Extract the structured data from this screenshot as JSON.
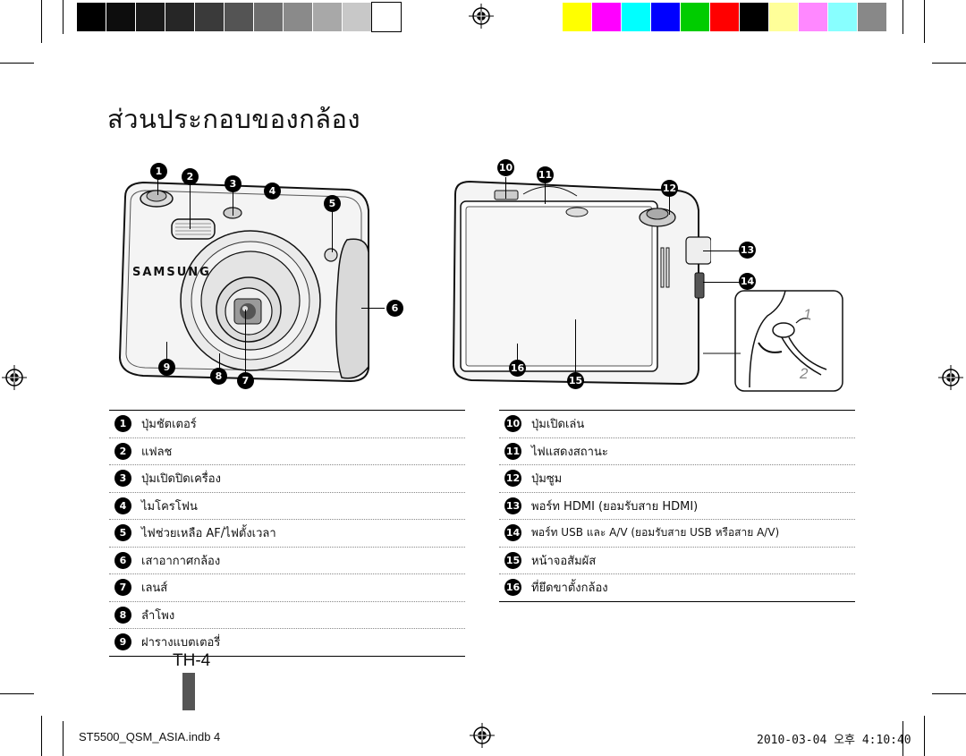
{
  "title": "ส่วนประกอบของกล้อง",
  "colors": {
    "grays": [
      "#000000",
      "#0d0d0d",
      "#1a1a1a",
      "#262626",
      "#3a3a3a",
      "#545454",
      "#6e6e6e",
      "#8a8a8a",
      "#a8a8a8",
      "#c8c8c8",
      "#ffffff"
    ],
    "process": [
      "#ffff00",
      "#ff00ff",
      "#00ffff",
      "#0000ff",
      "#00cc00",
      "#ff0000",
      "#000000",
      "#ffff99",
      "#ff88ff",
      "#88ffff",
      "#888888"
    ]
  },
  "callouts": [
    "1",
    "2",
    "3",
    "4",
    "5",
    "6",
    "7",
    "8",
    "9",
    "10",
    "11",
    "12",
    "13",
    "14",
    "15",
    "16"
  ],
  "strap_steps": [
    "1",
    "2"
  ],
  "brand": "SAMSUNG",
  "left_parts": [
    {
      "num": "1",
      "label": "ปุ่มชัตเตอร์"
    },
    {
      "num": "2",
      "label": "แฟลช"
    },
    {
      "num": "3",
      "label": "ปุ่มเปิดปิดเครื่อง"
    },
    {
      "num": "4",
      "label": "ไมโครโฟน"
    },
    {
      "num": "5",
      "label": "ไฟช่วยเหลือ AF/ไฟตั้งเวลา"
    },
    {
      "num": "6",
      "label": "เสาอากาศกล้อง"
    },
    {
      "num": "7",
      "label": "เลนส์"
    },
    {
      "num": "8",
      "label": "ลำโพง"
    },
    {
      "num": "9",
      "label": "ฝารางแบตเตอรี่"
    }
  ],
  "right_parts": [
    {
      "num": "10",
      "label": "ปุ่มเปิดเล่น"
    },
    {
      "num": "11",
      "label": "ไฟแสดงสถานะ"
    },
    {
      "num": "12",
      "label": "ปุ่มซูม"
    },
    {
      "num": "13",
      "label": "พอร์ท HDMI (ยอมรับสาย HDMI)"
    },
    {
      "num": "14",
      "label": "พอร์ท USB และ A/V (ยอมรับสาย USB หรือสาย A/V)"
    },
    {
      "num": "15",
      "label": "หน้าจอสัมผัส"
    },
    {
      "num": "16",
      "label": "ที่ยึดขาตั้งกล้อง"
    }
  ],
  "page_number": "TH-4",
  "footer_file": "ST5500_QSM_ASIA.indb   4",
  "footer_date": "2010-03-04   오후 4:10:40"
}
